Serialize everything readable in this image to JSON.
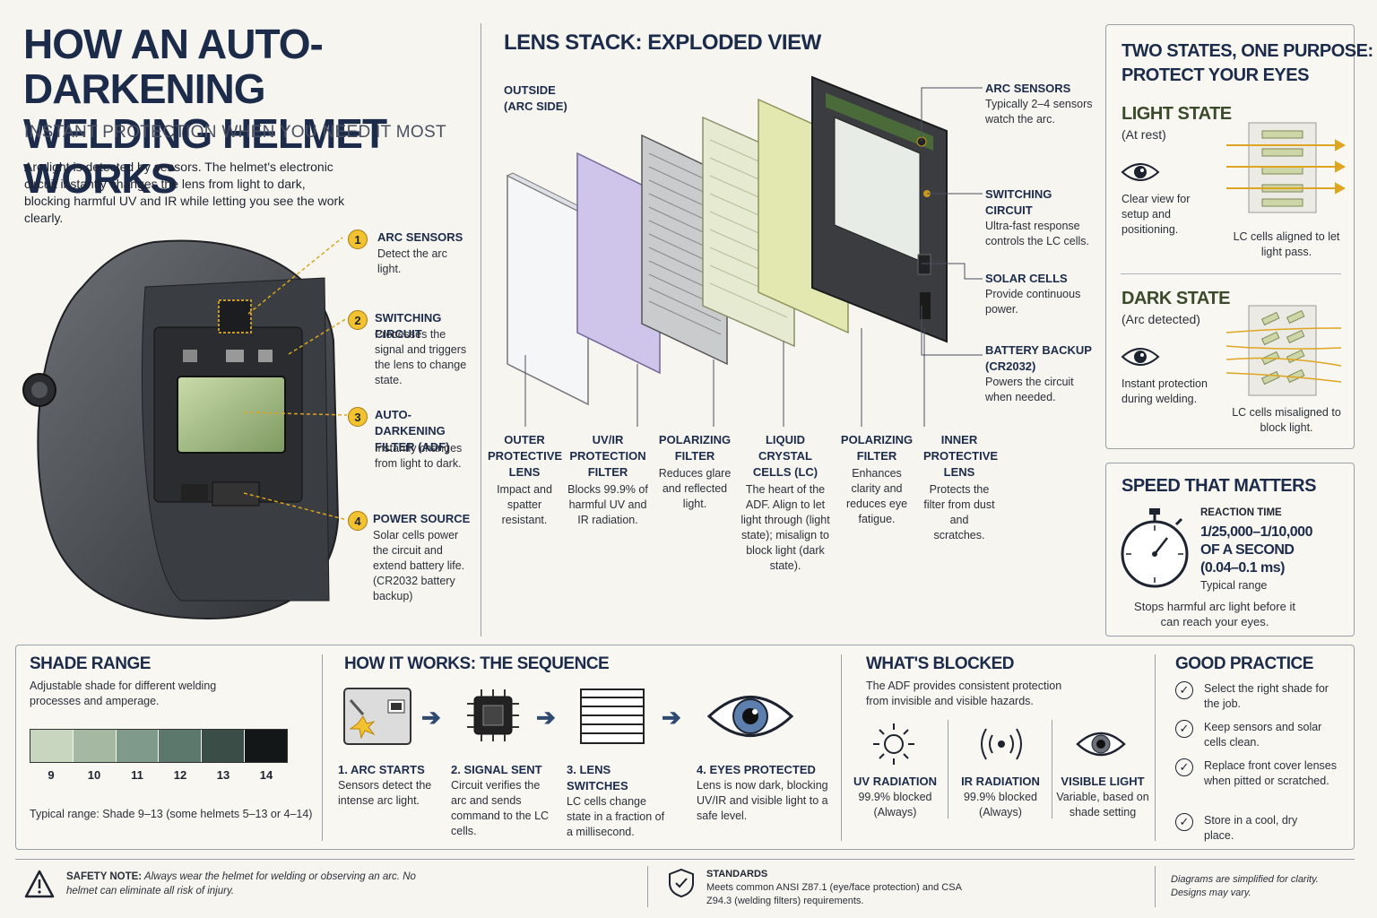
{
  "header": {
    "title_line1": "HOW AN AUTO-DARKENING",
    "title_line2": "WELDING HELMET WORKS",
    "subtitle": "INSTANT PROTECTION WHEN YOU NEED IT MOST",
    "intro": "Arc light is detected by sensors. The helmet's electronic circuit instantly changes the lens from light to dark, blocking harmful UV and IR while letting you see the work clearly."
  },
  "helmet_callouts": [
    {
      "num": "1",
      "title": "ARC SENSORS",
      "text": "Detect the arc light."
    },
    {
      "num": "2",
      "title": "SWITCHING CIRCUIT",
      "text": "Processes the signal and triggers the lens to change state."
    },
    {
      "num": "3",
      "title": "AUTO-DARKENING FILTER (ADF)",
      "text": "Instantly changes from light to dark."
    },
    {
      "num": "4",
      "title": "POWER SOURCE",
      "text": "Solar cells power the circuit and extend battery life. (CR2032 battery backup)"
    }
  ],
  "lens_stack": {
    "title": "LENS STACK: EXPLODED VIEW",
    "outside_label": "OUTSIDE\n(ARC SIDE)",
    "layers": [
      {
        "title": "OUTER PROTECTIVE LENS",
        "text": "Impact and spatter resistant."
      },
      {
        "title": "UV/IR PROTECTION FILTER",
        "text": "Blocks 99.9% of harmful UV and IR radiation."
      },
      {
        "title": "POLARIZING FILTER",
        "text": "Reduces glare and reflected light."
      },
      {
        "title": "LIQUID CRYSTAL CELLS (LC)",
        "text": "The heart of the ADF. Align to let light through (light state); misalign to block light (dark state)."
      },
      {
        "title": "POLARIZING FILTER",
        "text": "Enhances clarity and reduces eye fatigue."
      },
      {
        "title": "INNER PROTECTIVE LENS",
        "text": "Protects the filter from dust and scratches."
      }
    ],
    "side_callouts": [
      {
        "title": "ARC SENSORS",
        "text": "Typically 2–4 sensors watch the arc."
      },
      {
        "title": "SWITCHING CIRCUIT",
        "text": "Ultra-fast response controls the LC cells."
      },
      {
        "title": "SOLAR CELLS",
        "text": "Provide continuous power."
      },
      {
        "title": "BATTERY BACKUP (CR2032)",
        "text": "Powers the circuit when needed."
      }
    ]
  },
  "states": {
    "title_line1": "TWO STATES, ONE PURPOSE:",
    "title_line2": "PROTECT YOUR EYES",
    "light": {
      "title": "LIGHT STATE",
      "sub": "(At rest)",
      "desc": "Clear view for setup and positioning.",
      "caption": "LC cells aligned to let light pass."
    },
    "dark": {
      "title": "DARK STATE",
      "sub": "(Arc detected)",
      "desc": "Instant protection during welding.",
      "caption": "LC cells misaligned to block light."
    }
  },
  "speed": {
    "title": "SPEED THAT MATTERS",
    "label": "REACTION TIME",
    "value_line1": "1/25,000–1/10,000",
    "value_line2": "OF A SECOND",
    "value_line3": "(0.04–0.1 ms)",
    "range_note": "Typical range",
    "footer": "Stops harmful arc light before it can reach your eyes."
  },
  "shade": {
    "title": "SHADE RANGE",
    "desc": "Adjustable shade for different welding processes and amperage.",
    "swatches": [
      {
        "label": "9",
        "color": "#c8d6c0"
      },
      {
        "label": "10",
        "color": "#a4b8a2"
      },
      {
        "label": "11",
        "color": "#7f9a8a"
      },
      {
        "label": "12",
        "color": "#5c776c"
      },
      {
        "label": "13",
        "color": "#3a4d46"
      },
      {
        "label": "14",
        "color": "#131717"
      }
    ],
    "note": "Typical range: Shade 9–13 (some helmets 5–13 or 4–14)"
  },
  "sequence": {
    "title": "HOW IT WORKS: THE SEQUENCE",
    "steps": [
      {
        "title": "1. ARC STARTS",
        "text": "Sensors detect the intense arc light."
      },
      {
        "title": "2. SIGNAL SENT",
        "text": "Circuit verifies the arc and sends command to the LC cells."
      },
      {
        "title": "3. LENS SWITCHES",
        "text": "LC cells change state in a fraction of a millisecond."
      },
      {
        "title": "4. EYES PROTECTED",
        "text": "Lens is now dark, blocking UV/IR and visible light to a safe level."
      }
    ]
  },
  "blocked": {
    "title": "WHAT'S BLOCKED",
    "desc": "The ADF provides consistent protection from invisible and visible hazards.",
    "items": [
      {
        "title": "UV RADIATION",
        "line1": "99.9% blocked",
        "line2": "(Always)"
      },
      {
        "title": "IR RADIATION",
        "line1": "99.9% blocked",
        "line2": "(Always)"
      },
      {
        "title": "VISIBLE LIGHT",
        "line1": "Variable, based on",
        "line2": "shade setting"
      }
    ]
  },
  "practice": {
    "title": "GOOD PRACTICE",
    "items": [
      "Select the right shade for the job.",
      "Keep sensors and solar cells clean.",
      "Replace front cover lenses when pitted or scratched.",
      "Store in a cool, dry place."
    ]
  },
  "footer": {
    "safety_label": "SAFETY NOTE:",
    "safety_text": "Always wear the helmet for welding or observing an arc. No helmet can eliminate all risk of injury.",
    "standards_label": "STANDARDS",
    "standards_text": "Meets common ANSI Z87.1 (eye/face protection) and CSA Z94.3 (welding filters) requirements.",
    "disclaimer_line1": "Diagrams are simplified for clarity.",
    "disclaimer_line2": "Designs may vary."
  }
}
